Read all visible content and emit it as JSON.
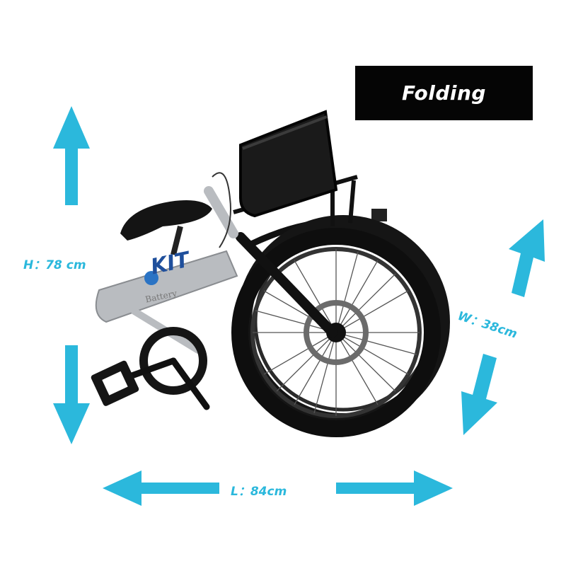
{
  "banner": {
    "label": "Folding"
  },
  "dimensions": {
    "height_label": "H：78 cm",
    "width_label": "W：38cm",
    "length_label": "L：84cm"
  },
  "product": {
    "brand": "KIT",
    "frame_text": "Battery"
  },
  "colors": {
    "accent": "#2bb8dc",
    "banner_bg": "#050505",
    "frame": "#b9bcc0",
    "tire": "#151515",
    "brand": "#1f4f9c"
  },
  "icons": [
    "arrow-up-icon",
    "arrow-down-icon",
    "arrow-left-icon",
    "arrow-right-icon"
  ]
}
